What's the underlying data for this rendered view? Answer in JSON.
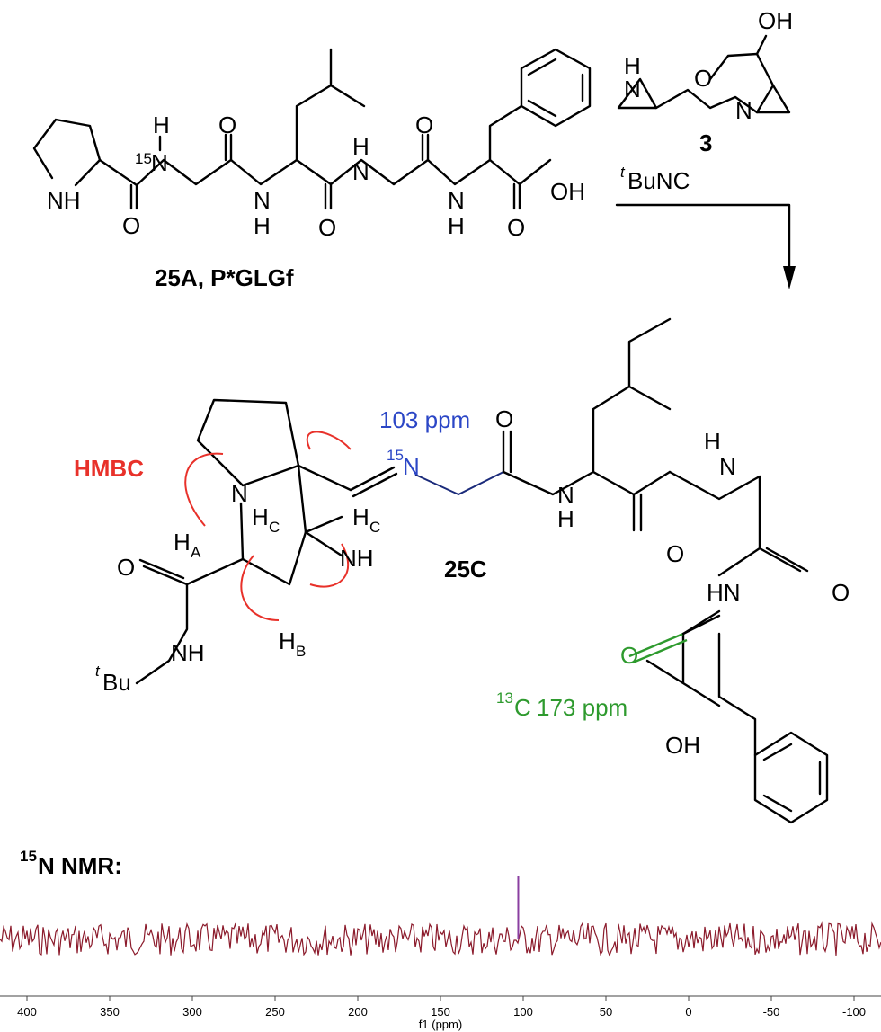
{
  "reaction": {
    "reagent_compound_number": "3",
    "reagent_isonitrile": "BuNC",
    "reagent_isonitrile_prefix": "t"
  },
  "starting_material": {
    "caption": "25A, P*GLGf"
  },
  "product": {
    "caption": "25C",
    "hmbc_label": "HMBC",
    "n15_shift": "103 ppm",
    "c13_shift": "173 ppm",
    "isotope_n": "15",
    "isotope_c": "13",
    "tbu_prefix": "t"
  },
  "atoms": {
    "N": "N",
    "NH": "NH",
    "HN": "HN",
    "H": "H",
    "O": "O",
    "OH": "OH",
    "Bu": "Bu",
    "C": "C",
    "HA_sub": "A",
    "HB_sub": "B",
    "HC_sub": "C"
  },
  "spectrum": {
    "title": "N NMR:",
    "title_isotope": "15",
    "xlabel": "f1 (ppm)",
    "x_ticks": [
      "400",
      "350",
      "300",
      "250",
      "200",
      "150",
      "100",
      "50",
      "0",
      "-50",
      "-100"
    ],
    "x_range": [
      410,
      -110
    ],
    "peak_ppm": 103,
    "line_color": "#8b1a2b",
    "peak_color": "#8a3fa0"
  },
  "colors": {
    "hmbc": "#e8312a",
    "n15": "#2b46c6",
    "c13": "#2e9a2e",
    "bond": "#000000"
  }
}
